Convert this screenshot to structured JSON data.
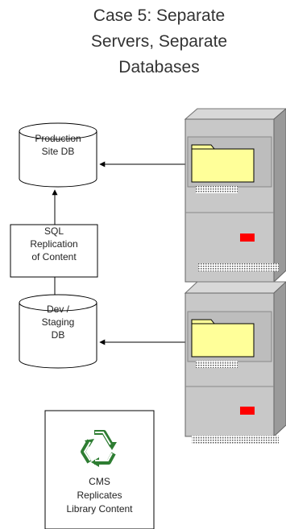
{
  "title": {
    "line1": "Case 5: Separate",
    "line2": "Servers, Separate",
    "line3": "Databases"
  },
  "production_db": {
    "line1": "Production",
    "line2": "Site DB"
  },
  "sql_replication": {
    "line1": "SQL",
    "line2": "Replication",
    "line3": "of Content"
  },
  "dev_db": {
    "line1": "Dev /",
    "line2": "Staging",
    "line3": "DB"
  },
  "cms_box": {
    "line1": "CMS",
    "line2": "Replicates",
    "line3": "Library Content",
    "icon": "recycle-icon"
  },
  "colors": {
    "server_body": "#c8c8c8",
    "folder": "#ffff99",
    "led": "#ff0000",
    "recycle": "#2e7d32"
  }
}
